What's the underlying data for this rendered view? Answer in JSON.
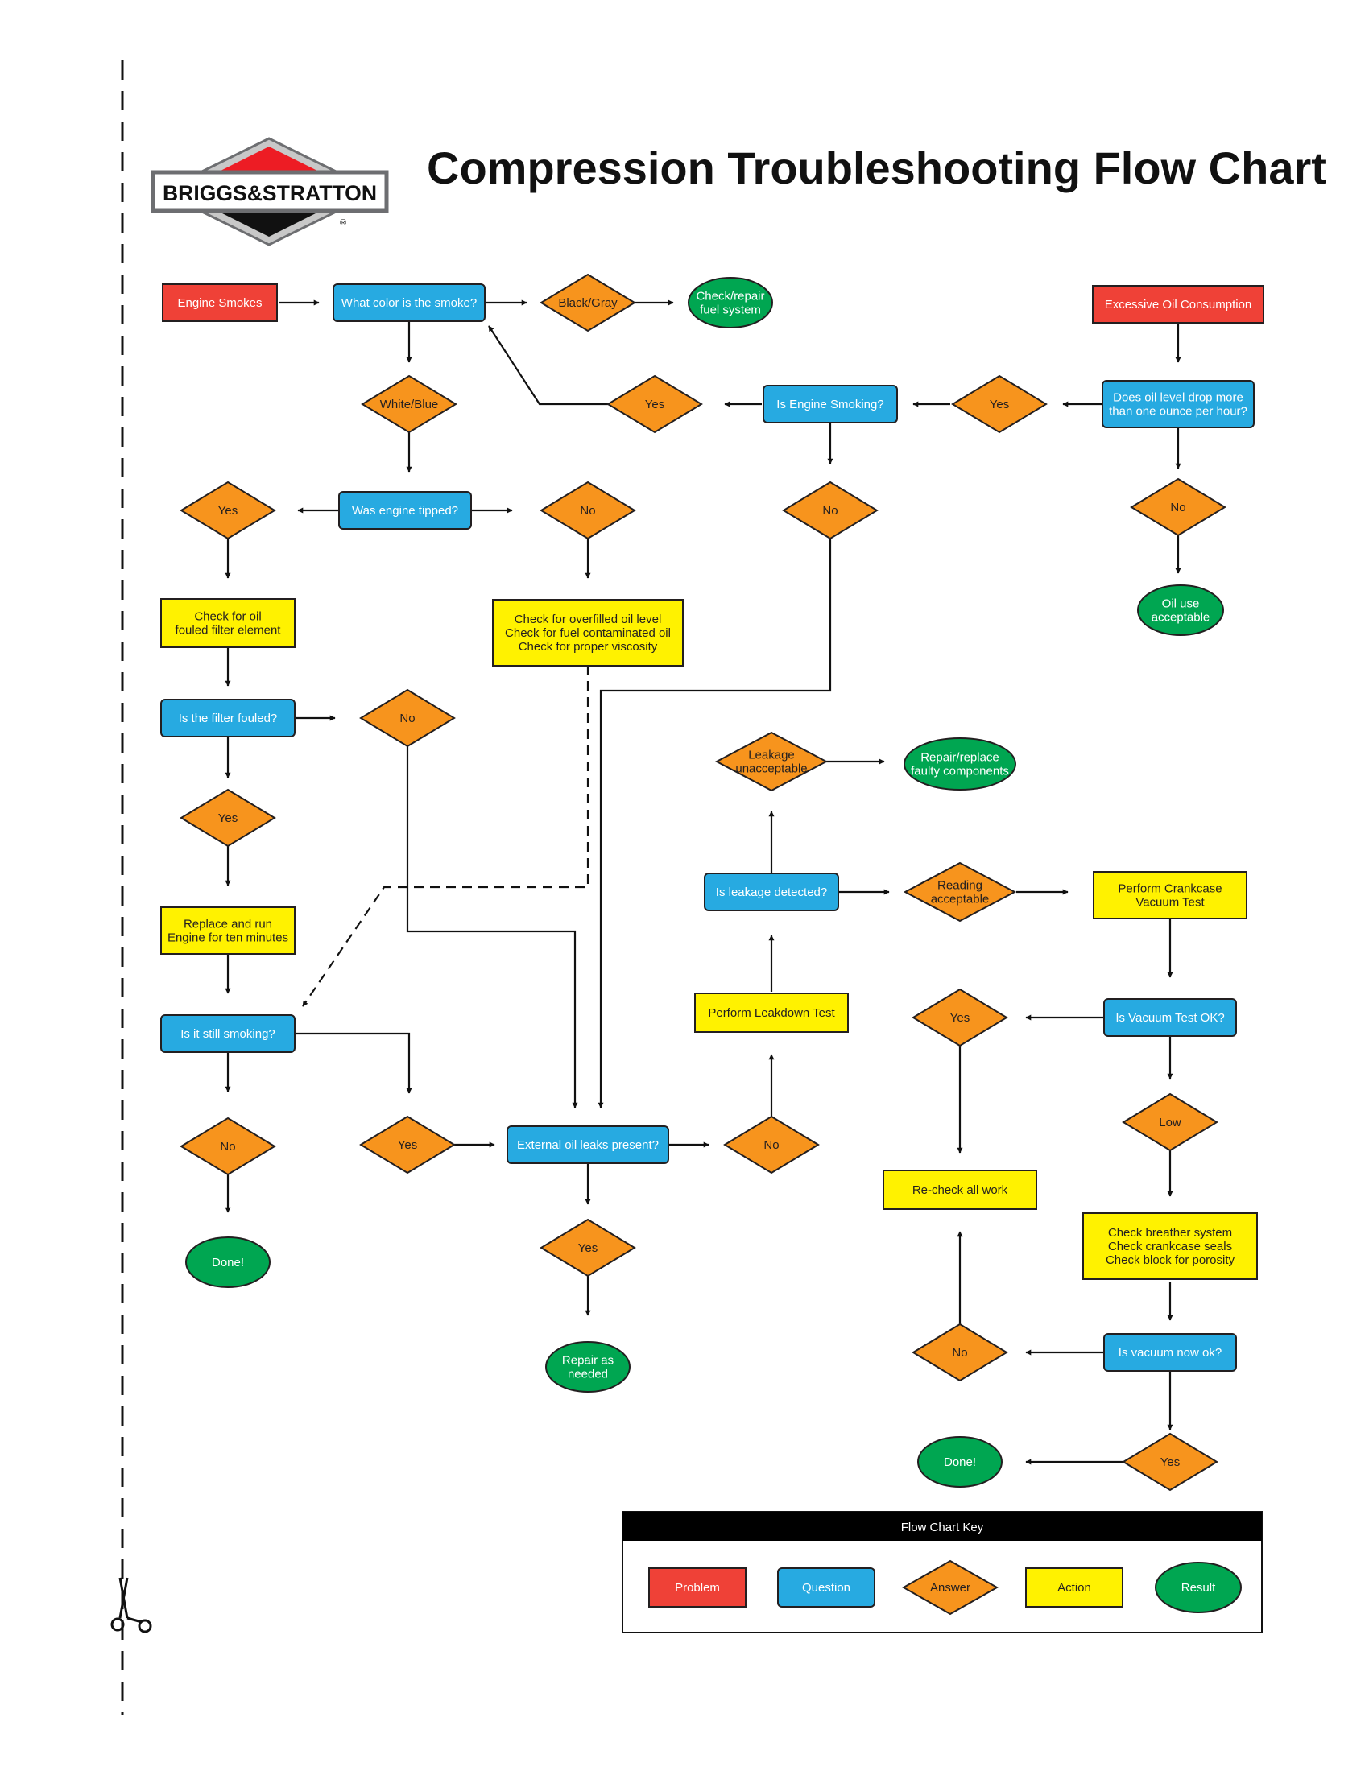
{
  "title": "Compression Troubleshooting Flow Chart",
  "brand": {
    "name": "BRIGGS&STRATTON",
    "registered": "®"
  },
  "colors": {
    "problem": "#ef4137",
    "question": "#27aae1",
    "answer": "#f7941d",
    "action": "#fff200",
    "result": "#00a651",
    "line": "#111111"
  },
  "nodes": {
    "engine_smokes": {
      "type": "problem",
      "lines": [
        "Engine Smokes"
      ]
    },
    "what_color": {
      "type": "question",
      "lines": [
        "What color is the smoke?"
      ]
    },
    "black_gray": {
      "type": "answer",
      "lines": [
        "Black/Gray"
      ]
    },
    "check_fuel": {
      "type": "result",
      "lines": [
        "Check/repair",
        "fuel system"
      ]
    },
    "excessive_oil": {
      "type": "problem",
      "lines": [
        "Excessive Oil Consumption"
      ]
    },
    "white_blue": {
      "type": "answer",
      "lines": [
        "White/Blue"
      ]
    },
    "yes_to_color": {
      "type": "answer",
      "lines": [
        "Yes"
      ]
    },
    "is_engine_smoking": {
      "type": "question",
      "lines": [
        "Is Engine Smoking?"
      ]
    },
    "yes_oil_drop": {
      "type": "answer",
      "lines": [
        "Yes"
      ]
    },
    "oil_drop": {
      "type": "question",
      "lines": [
        "Does oil level drop more",
        "than one ounce per hour?"
      ]
    },
    "yes_tipped": {
      "type": "answer",
      "lines": [
        "Yes"
      ]
    },
    "was_tipped": {
      "type": "question",
      "lines": [
        "Was engine tipped?"
      ]
    },
    "no_tipped": {
      "type": "answer",
      "lines": [
        "No"
      ]
    },
    "no_smoking": {
      "type": "answer",
      "lines": [
        "No"
      ]
    },
    "no_oil_drop": {
      "type": "answer",
      "lines": [
        "No"
      ]
    },
    "oil_ok": {
      "type": "result",
      "lines": [
        "Oil use",
        "acceptable"
      ]
    },
    "check_filter_elem": {
      "type": "action",
      "lines": [
        "Check for oil",
        "fouled filter element"
      ]
    },
    "check_overfilled": {
      "type": "action",
      "lines": [
        "Check for overfilled oil level",
        "Check for fuel contaminated oil",
        "Check for proper viscosity"
      ]
    },
    "filter_fouled": {
      "type": "question",
      "lines": [
        "Is the filter fouled?"
      ]
    },
    "no_filter": {
      "type": "answer",
      "lines": [
        "No"
      ]
    },
    "leak_unacceptable": {
      "type": "answer",
      "lines": [
        "Leakage",
        "unacceptable"
      ]
    },
    "repair_faulty": {
      "type": "result",
      "lines": [
        "Repair/replace",
        "faulty components"
      ]
    },
    "yes_filter": {
      "type": "answer",
      "lines": [
        "Yes"
      ]
    },
    "replace_run": {
      "type": "action",
      "lines": [
        "Replace and run",
        "Engine for ten minutes"
      ]
    },
    "leak_detected": {
      "type": "question",
      "lines": [
        "Is leakage detected?"
      ]
    },
    "reading_ok": {
      "type": "answer",
      "lines": [
        "Reading",
        "acceptable"
      ]
    },
    "crankcase_test": {
      "type": "action",
      "lines": [
        "Perform Crankcase",
        "Vacuum Test"
      ]
    },
    "leakdown_test": {
      "type": "action",
      "lines": [
        "Perform Leakdown Test"
      ]
    },
    "still_smoking": {
      "type": "question",
      "lines": [
        "Is it still smoking?"
      ]
    },
    "yes_vac": {
      "type": "answer",
      "lines": [
        "Yes"
      ]
    },
    "vacuum_ok": {
      "type": "question",
      "lines": [
        "Is Vacuum Test OK?"
      ]
    },
    "no_still": {
      "type": "answer",
      "lines": [
        "No"
      ]
    },
    "yes_still": {
      "type": "answer",
      "lines": [
        "Yes"
      ]
    },
    "ext_leaks": {
      "type": "question",
      "lines": [
        "External oil leaks present?"
      ]
    },
    "no_leaks": {
      "type": "answer",
      "lines": [
        "No"
      ]
    },
    "low_vac": {
      "type": "answer",
      "lines": [
        "Low"
      ]
    },
    "recheck": {
      "type": "action",
      "lines": [
        "Re-check all work"
      ]
    },
    "done_left": {
      "type": "result",
      "lines": [
        "Done!"
      ]
    },
    "yes_leaks": {
      "type": "answer",
      "lines": [
        "Yes"
      ]
    },
    "check_breather": {
      "type": "action",
      "lines": [
        "Check breather system",
        "Check crankcase seals",
        "Check block for porosity"
      ]
    },
    "no_vac_now": {
      "type": "answer",
      "lines": [
        "No"
      ]
    },
    "vacuum_now": {
      "type": "question",
      "lines": [
        "Is vacuum now ok?"
      ]
    },
    "repair_needed": {
      "type": "result",
      "lines": [
        "Repair as",
        "needed"
      ]
    },
    "done_right": {
      "type": "result",
      "lines": [
        "Done!"
      ]
    },
    "yes_vac_now": {
      "type": "answer",
      "lines": [
        "Yes"
      ]
    }
  },
  "key": {
    "header": "Flow Chart Key",
    "items": [
      {
        "type": "problem",
        "label": "Problem"
      },
      {
        "type": "question",
        "label": "Question"
      },
      {
        "type": "answer",
        "label": "Answer"
      },
      {
        "type": "action",
        "label": "Action"
      },
      {
        "type": "result",
        "label": "Result"
      }
    ]
  }
}
